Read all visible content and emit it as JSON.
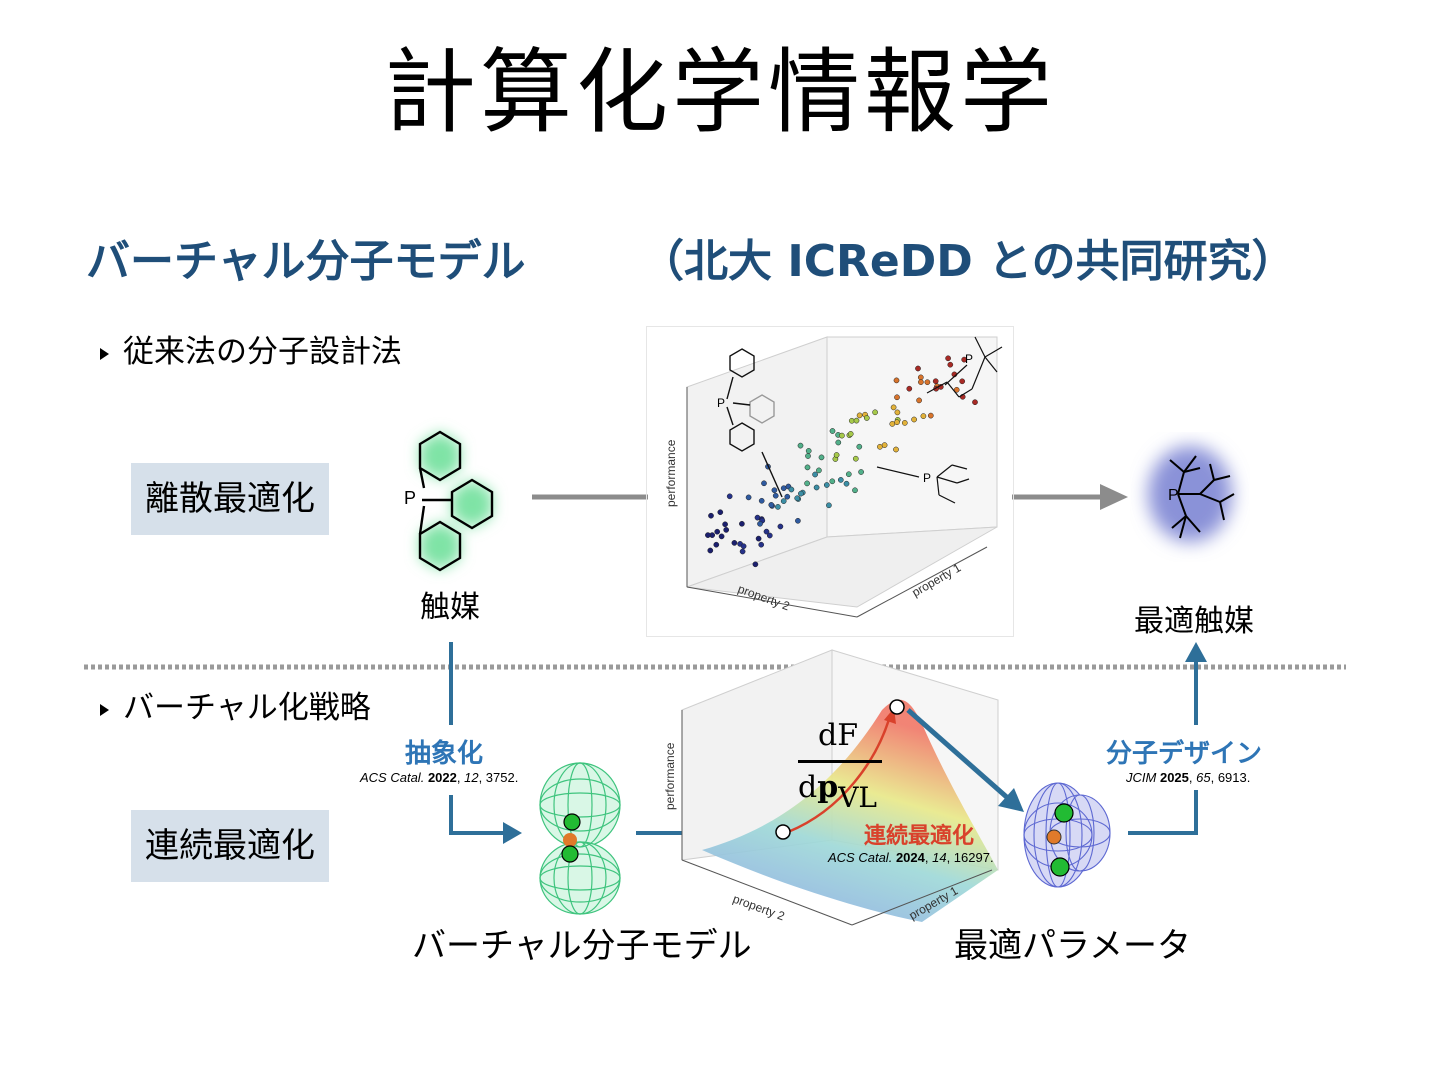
{
  "title": "計算化学情報学",
  "subtitle_left": "バーチャル分子モデル",
  "subtitle_right": "（北大 ICReDD との共同研究）",
  "bullet_conventional": "従来法の分子設計法",
  "bullet_virtual": "バーチャル化戦略",
  "tag_discrete": "離散最適化",
  "tag_continuous": "連続最適化",
  "label_catalyst": "触媒",
  "label_optimal_catalyst": "最適触媒",
  "label_virtual_model": "バーチャル分子モデル",
  "label_optimal_params": "最適パラメータ",
  "step_abstraction": "抽象化",
  "step_design": "分子デザイン",
  "step_continuous": "連続最適化",
  "ref_abstraction": {
    "journal": "ACS Catal.",
    "year": "2022",
    "volume": "12",
    "pages": "3752."
  },
  "ref_design": {
    "journal": "JCIM",
    "year": "2025",
    "volume": "65",
    "pages": "6913."
  },
  "ref_continuous": {
    "journal": "ACS Catal.",
    "year": "2024",
    "volume": "14",
    "pages": "16297."
  },
  "axis_performance": "performance",
  "axis_property1": "property 1",
  "axis_property2": "property 2",
  "atom_P": "P",
  "gradient_numerator": "dF",
  "gradient_denominator_d": "d",
  "gradient_denominator_p": "p",
  "gradient_denominator_sub": "VL",
  "colors": {
    "title_blue": "#1f4e79",
    "step_blue": "#2e75b6",
    "arrow_blue": "#2e6f99",
    "red": "#d9412b",
    "tag_bg": "#d6e0ea"
  }
}
